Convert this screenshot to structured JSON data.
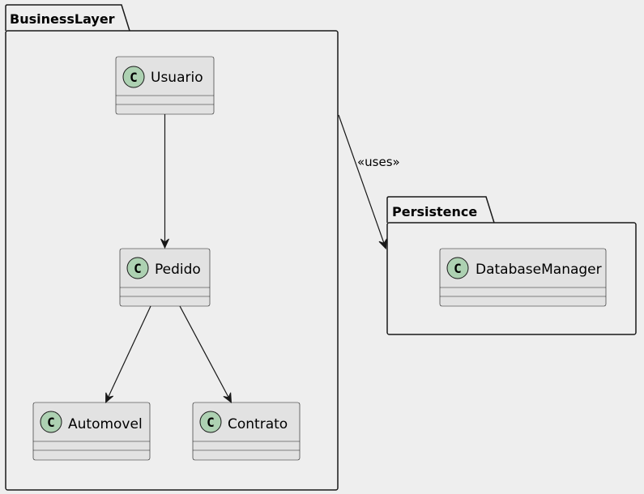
{
  "packages": {
    "business": {
      "title": "BusinessLayer"
    },
    "persistence": {
      "title": "Persistence"
    }
  },
  "classes": {
    "usuario": {
      "name": "Usuario",
      "stereotype_icon": "C"
    },
    "pedido": {
      "name": "Pedido",
      "stereotype_icon": "C"
    },
    "automovel": {
      "name": "Automovel",
      "stereotype_icon": "C"
    },
    "contrato": {
      "name": "Contrato",
      "stereotype_icon": "C"
    },
    "databasemanager": {
      "name": "DatabaseManager",
      "stereotype_icon": "C"
    }
  },
  "relations": {
    "uses_label": "«uses»"
  },
  "colors": {
    "background": "#eeeeee",
    "class_fill": "#e2e2e2",
    "class_icon_fill": "#add1b2",
    "border": "#181818"
  }
}
